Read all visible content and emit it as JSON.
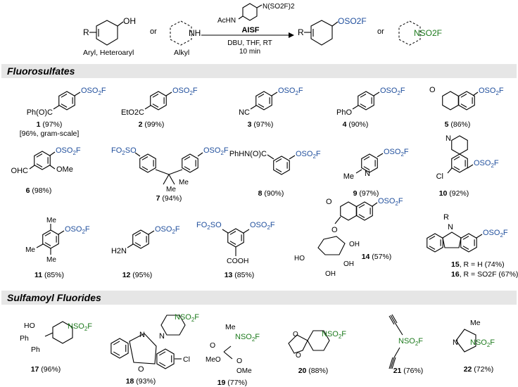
{
  "scheme": {
    "reactant1_group": "OH",
    "reactant1_sub": "R",
    "reactant1_label": "Aryl, Heteroaryl",
    "or_text": "or",
    "reactant2_group": "NH",
    "reactant2_label": "Alkyl",
    "reagent_top": "N(SO2F)2",
    "reagent_left": "AcHN",
    "reagent_name": "AISF",
    "conditions1": "DBU, THF, RT",
    "conditions2": "10 min",
    "product1_group": "OSO2F",
    "product1_sub": "R",
    "product2_group": "NSO2F"
  },
  "sections": {
    "fluorosulfates": "Fluorosulfates",
    "sulfamoyl": "Sulfamoyl Fluorides"
  },
  "fluorosulfates": [
    {
      "id": "1",
      "yield": "(97%)",
      "note": "[96%, gram-scale]",
      "sub": "Ph(O)C"
    },
    {
      "id": "2",
      "yield": "(99%)",
      "sub": "EtO2C"
    },
    {
      "id": "3",
      "yield": "(97%)",
      "sub": "NC"
    },
    {
      "id": "4",
      "yield": "(90%)",
      "sub": "PhO"
    },
    {
      "id": "5",
      "yield": "(86%)"
    },
    {
      "id": "6",
      "yield": "(98%)",
      "sub": "OHC",
      "sub2": "OMe"
    },
    {
      "id": "7",
      "yield": "(94%)",
      "sub": "FO2SO"
    },
    {
      "id": "8",
      "yield": "(90%)",
      "sub": "PhHN(O)C"
    },
    {
      "id": "9",
      "yield": "(97%)",
      "sub": "Me"
    },
    {
      "id": "10",
      "yield": "(92%)",
      "sub": "Cl"
    },
    {
      "id": "11",
      "yield": "(85%)",
      "sub": "Me"
    },
    {
      "id": "12",
      "yield": "(95%)",
      "sub": "H2N"
    },
    {
      "id": "13",
      "yield": "(85%)",
      "sub": "FO2SO",
      "sub2": "COOH"
    },
    {
      "id": "14",
      "yield": "(57%)"
    },
    {
      "id": "15",
      "yield": "(74%)",
      "r": "R = H"
    },
    {
      "id": "16",
      "yield": "(67%)",
      "r": "R = SO2F"
    }
  ],
  "sulfamoyl": [
    {
      "id": "17",
      "yield": "(96%)"
    },
    {
      "id": "18",
      "yield": "(93%)",
      "sub": "Cl"
    },
    {
      "id": "19",
      "yield": "(77%)"
    },
    {
      "id": "20",
      "yield": "(88%)"
    },
    {
      "id": "21",
      "yield": "(76%)"
    },
    {
      "id": "22",
      "yield": "(72%)"
    }
  ],
  "group_label": "OSO2F",
  "n_group_label": "NSO2F",
  "colors": {
    "fluorosulfate": "#1f4e9c",
    "sulfamoyl": "#1d7a1d",
    "band": "#e6e6e6"
  }
}
